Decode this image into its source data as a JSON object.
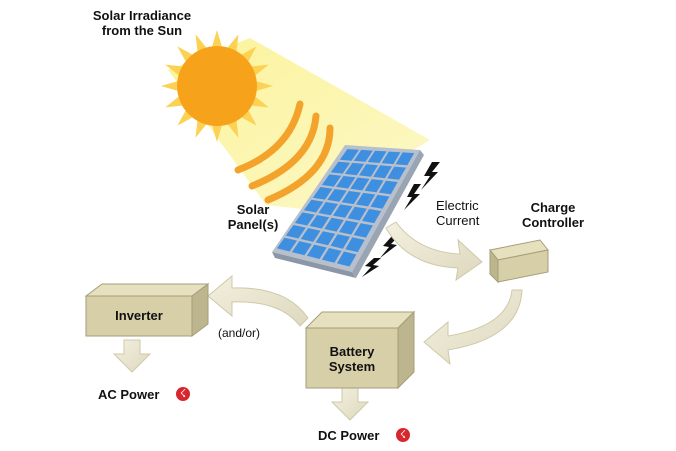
{
  "labels": {
    "sun": [
      "Solar Irradiance",
      "from the Sun"
    ],
    "panel": [
      "Solar",
      "Panel(s)"
    ],
    "current": [
      "Electric",
      "Current"
    ],
    "controller": [
      "Charge",
      "Controller"
    ],
    "inverter": "Inverter",
    "andor": "(and/or)",
    "battery": [
      "Battery",
      "System"
    ],
    "ac_power": "AC Power",
    "dc_power": "DC Power"
  },
  "icons": {
    "power_bolt": "lightning-bolt-icon"
  },
  "colors": {
    "sun_fill": "#f7a21b",
    "sun_ray": "#fbd254",
    "light_beam": "#fbf39a",
    "radiant_arcs": "#f3a32b",
    "panel_cell": "#3f8fe0",
    "panel_frame": "#d9dfe8",
    "box_front": "#d6cfa8",
    "box_top": "#e6e0bf",
    "box_side": "#bdb58d",
    "flow_arrow": "#ece8d4",
    "badge": "#d8262e"
  }
}
